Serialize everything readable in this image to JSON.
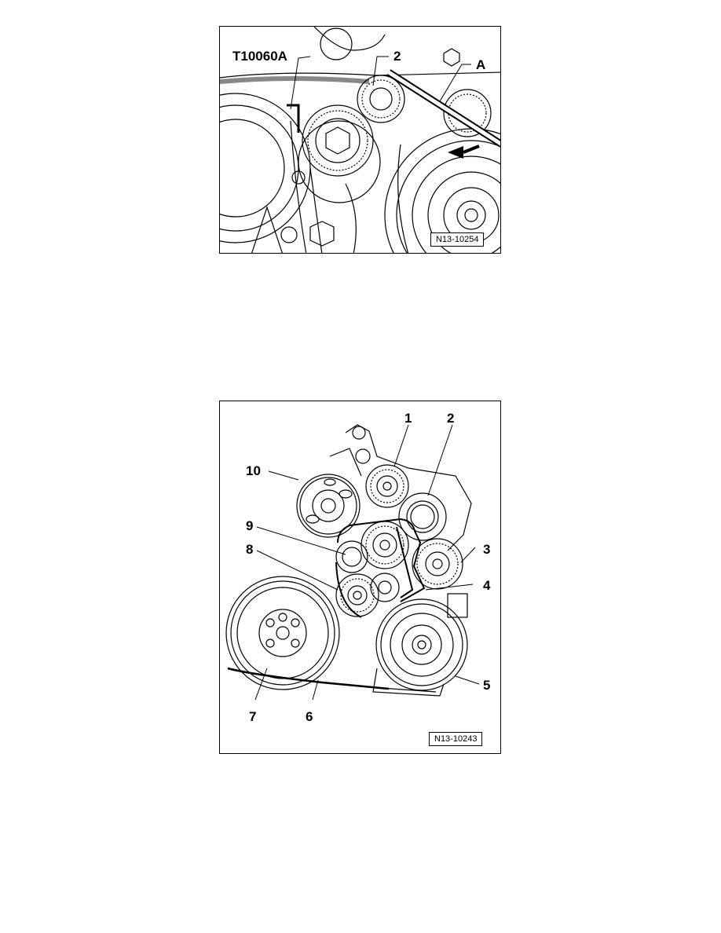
{
  "figure1": {
    "reference_code": "N13-10254",
    "callouts": {
      "tool": "T10060A",
      "item_2": "2",
      "item_a": "A"
    }
  },
  "figure2": {
    "reference_code": "N13-10243",
    "callouts": [
      "1",
      "2",
      "3",
      "4",
      "5",
      "6",
      "7",
      "8",
      "9",
      "10"
    ]
  }
}
